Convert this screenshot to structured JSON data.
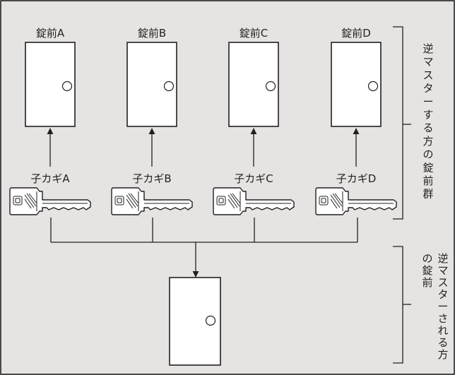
{
  "locks": [
    {
      "name": "錠前A",
      "key": "子カギA"
    },
    {
      "name": "錠前B",
      "key": "子カギB"
    },
    {
      "name": "錠前C",
      "key": "子カギC"
    },
    {
      "name": "錠前D",
      "key": "子カギD"
    }
  ],
  "groups": {
    "upper_label": [
      "逆",
      "マ",
      "ス",
      "タ",
      "ー",
      "す",
      "る",
      "方",
      "の",
      "錠",
      "前",
      "群"
    ],
    "lower_label_col1": [
      "逆",
      "マ",
      "ス",
      "タ",
      "ー",
      "さ",
      "れ",
      "る",
      "方"
    ],
    "lower_label_col2": [
      "の",
      "錠",
      "前"
    ]
  },
  "colors": {
    "background": "#e6e4e3",
    "border": "#231f20",
    "door": "#ffffff",
    "line": "#231f20"
  }
}
